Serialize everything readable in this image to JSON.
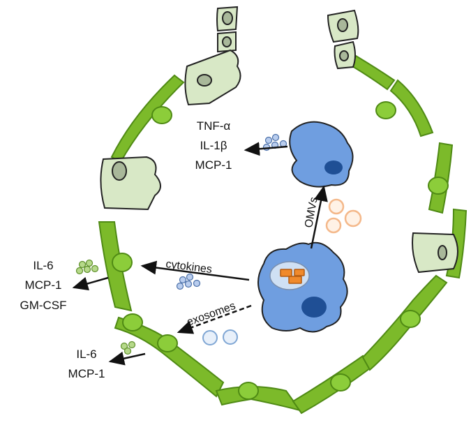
{
  "labels": {
    "macrophage_top_cytokines": [
      "TNF-α",
      "IL-1β",
      "MCP-1"
    ],
    "endothelial_cytokines": [
      "IL-6",
      "MCP-1",
      "GM-CSF"
    ],
    "exosome_cytokines": [
      "IL-6",
      "MCP-1"
    ],
    "pathway_omvs": "OMVs",
    "pathway_cytokines": "cytokines",
    "pathway_exosomes": "exosomes"
  },
  "colors": {
    "endothelium": "#7cba2a",
    "endothelium_dark": "#4f8a14",
    "nucleus_green": "#8ccd3a",
    "epithelium": "#d8e8c6",
    "macrophage": "#6f9ee0",
    "macrophage_nucleus": "#1f4f95",
    "bacteria": "#f08a2c",
    "cytokine_blue": "#b9cdee",
    "cytokine_green": "#b6d98a",
    "omv": "#f4b88a",
    "exosome": "#a9c7e6"
  }
}
